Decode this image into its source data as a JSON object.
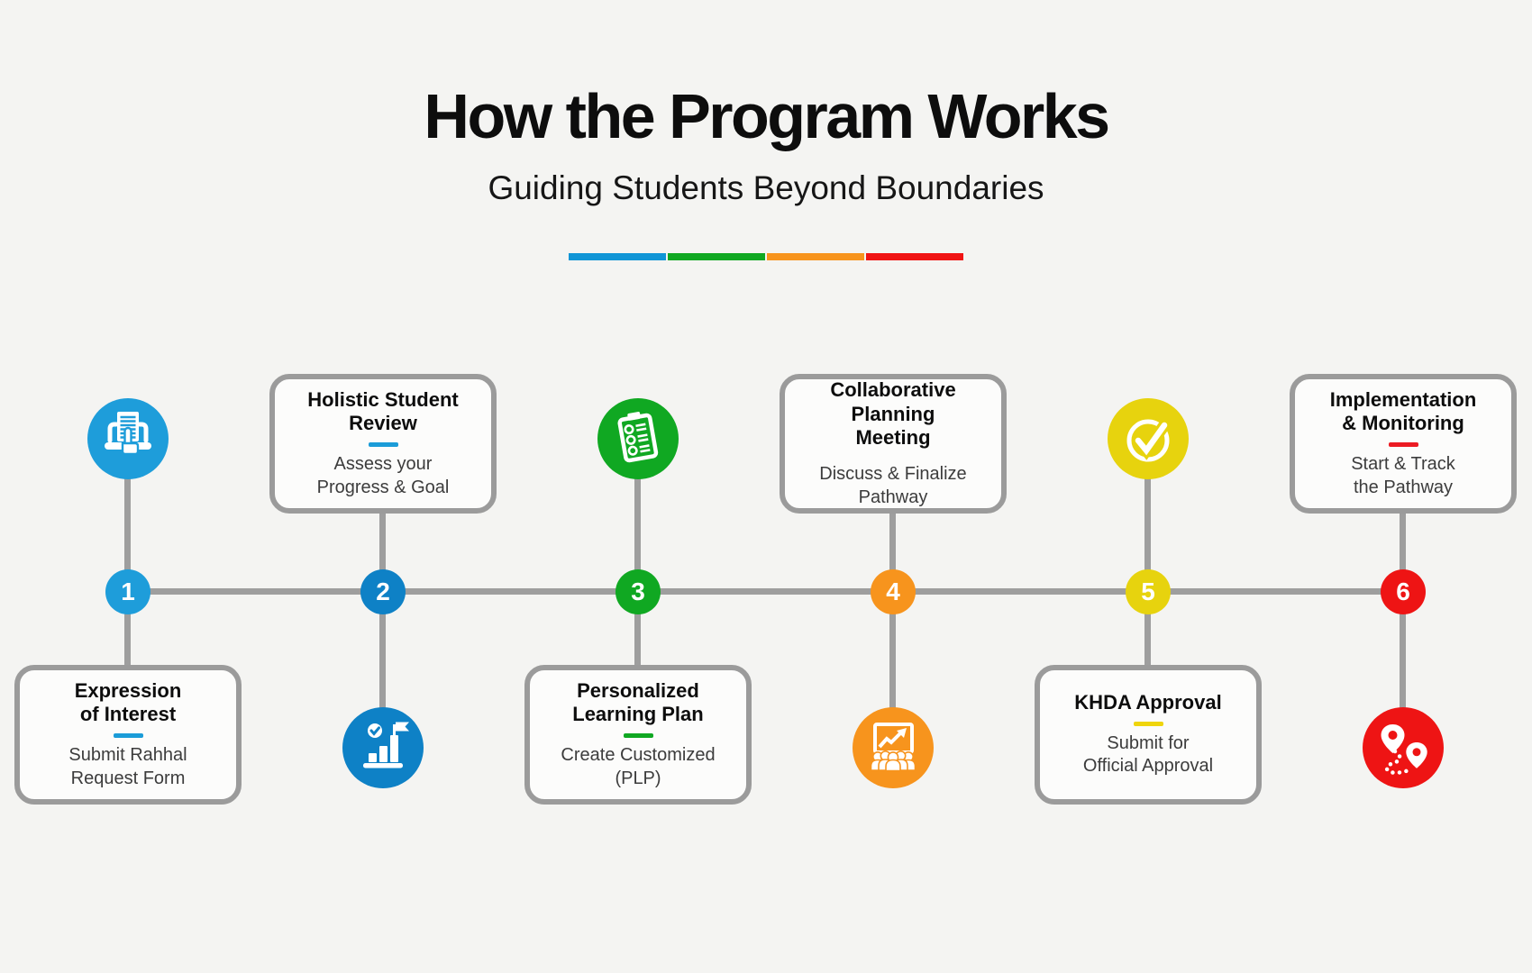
{
  "header": {
    "title": "How the Program Works",
    "subtitle": "Guiding Students Beyond Boundaries",
    "divider_colors": [
      "#1095D6",
      "#10A822",
      "#F7941D",
      "#F01414"
    ]
  },
  "theme": {
    "background": "#F4F4F2",
    "line_gray": "#9E9E9E",
    "card_background": "#FCFCFB",
    "card_border": "#9B9B9B"
  },
  "steps": [
    {
      "number": "1",
      "icon": "laptop-form-submit-icon",
      "circle_color": "#1E9DDA",
      "accent_color": "#1B9CD8",
      "card_position": "below",
      "title_lines": [
        "Expression",
        "of Interest"
      ],
      "subtitle_lines": [
        "Submit Rahhal",
        "Request Form"
      ]
    },
    {
      "number": "2",
      "icon": "bar-chart-goal-icon",
      "circle_color": "#0E81C6",
      "accent_color": "#1B9CD8",
      "card_position": "above",
      "title_lines": [
        "Holistic Student",
        "Review"
      ],
      "subtitle_lines": [
        "Assess your",
        "Progress & Goal"
      ]
    },
    {
      "number": "3",
      "icon": "checklist-clipboard-icon",
      "circle_color": "#10A822",
      "accent_color": "#10A822",
      "card_position": "below",
      "title_lines": [
        "Personalized",
        "Learning Plan"
      ],
      "subtitle_lines": [
        "Create Customized",
        "(PLP)"
      ]
    },
    {
      "number": "4",
      "icon": "presentation-meeting-icon",
      "circle_color": "#F7941D",
      "accent_color": "#F7941D",
      "card_position": "above",
      "title_lines": [
        "Collaborative Planning",
        "Meeting"
      ],
      "subtitle_lines": [
        "Discuss & Finalize",
        "Pathway"
      ]
    },
    {
      "number": "5",
      "icon": "circle-check-icon",
      "circle_color": "#E7D30E",
      "accent_color": "#EFD50C",
      "card_position": "below",
      "title_lines": [
        "KHDA Approval",
        ""
      ],
      "subtitle_lines": [
        "Submit for",
        "Official Approval"
      ]
    },
    {
      "number": "6",
      "icon": "route-map-pins-icon",
      "circle_color": "#EE1414",
      "accent_color": "#EC1B23",
      "card_position": "above",
      "title_lines": [
        "Implementation",
        "& Monitoring"
      ],
      "subtitle_lines": [
        "Start & Track",
        "the Pathway"
      ]
    }
  ]
}
